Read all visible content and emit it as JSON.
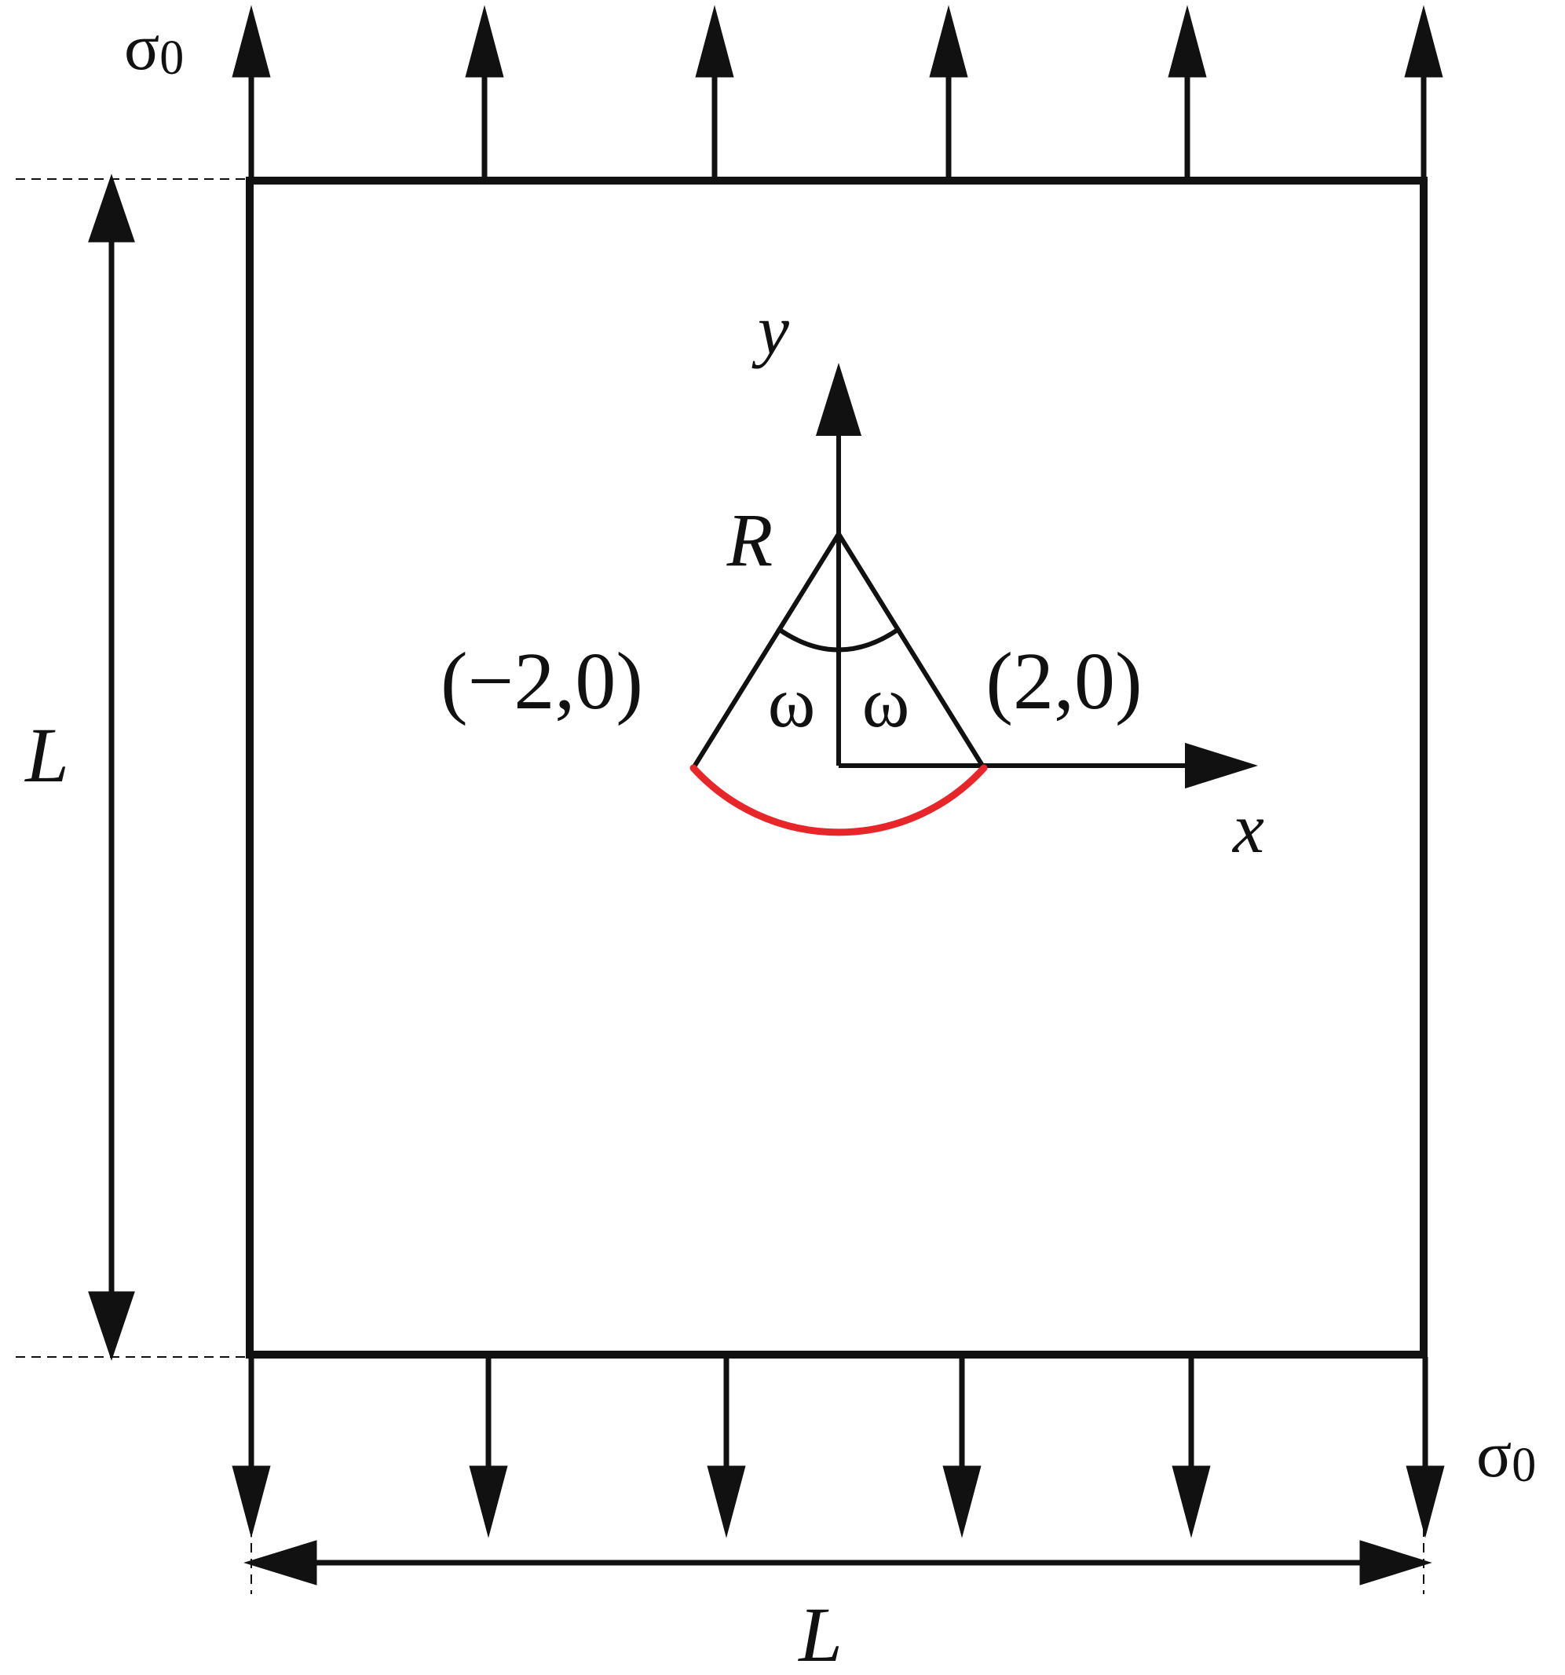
{
  "labels": {
    "sigma_top": {
      "base": "σ",
      "sub": "0"
    },
    "sigma_bottom": {
      "base": "σ",
      "sub": "0"
    },
    "length_left": "L",
    "length_bottom": "L",
    "axis_x": "x",
    "axis_y": "y",
    "radius": "R",
    "point_left": "(−2,0)",
    "point_right": "(2,0)",
    "angle_left": "ω",
    "angle_right": "ω"
  },
  "colors": {
    "stroke": "#111111",
    "crack_arc": "#e8262a"
  },
  "icons": {
    "load_arrow": "arrow-up-icon / arrow-down-icon",
    "dimension_arrow": "double-arrow-icon"
  }
}
